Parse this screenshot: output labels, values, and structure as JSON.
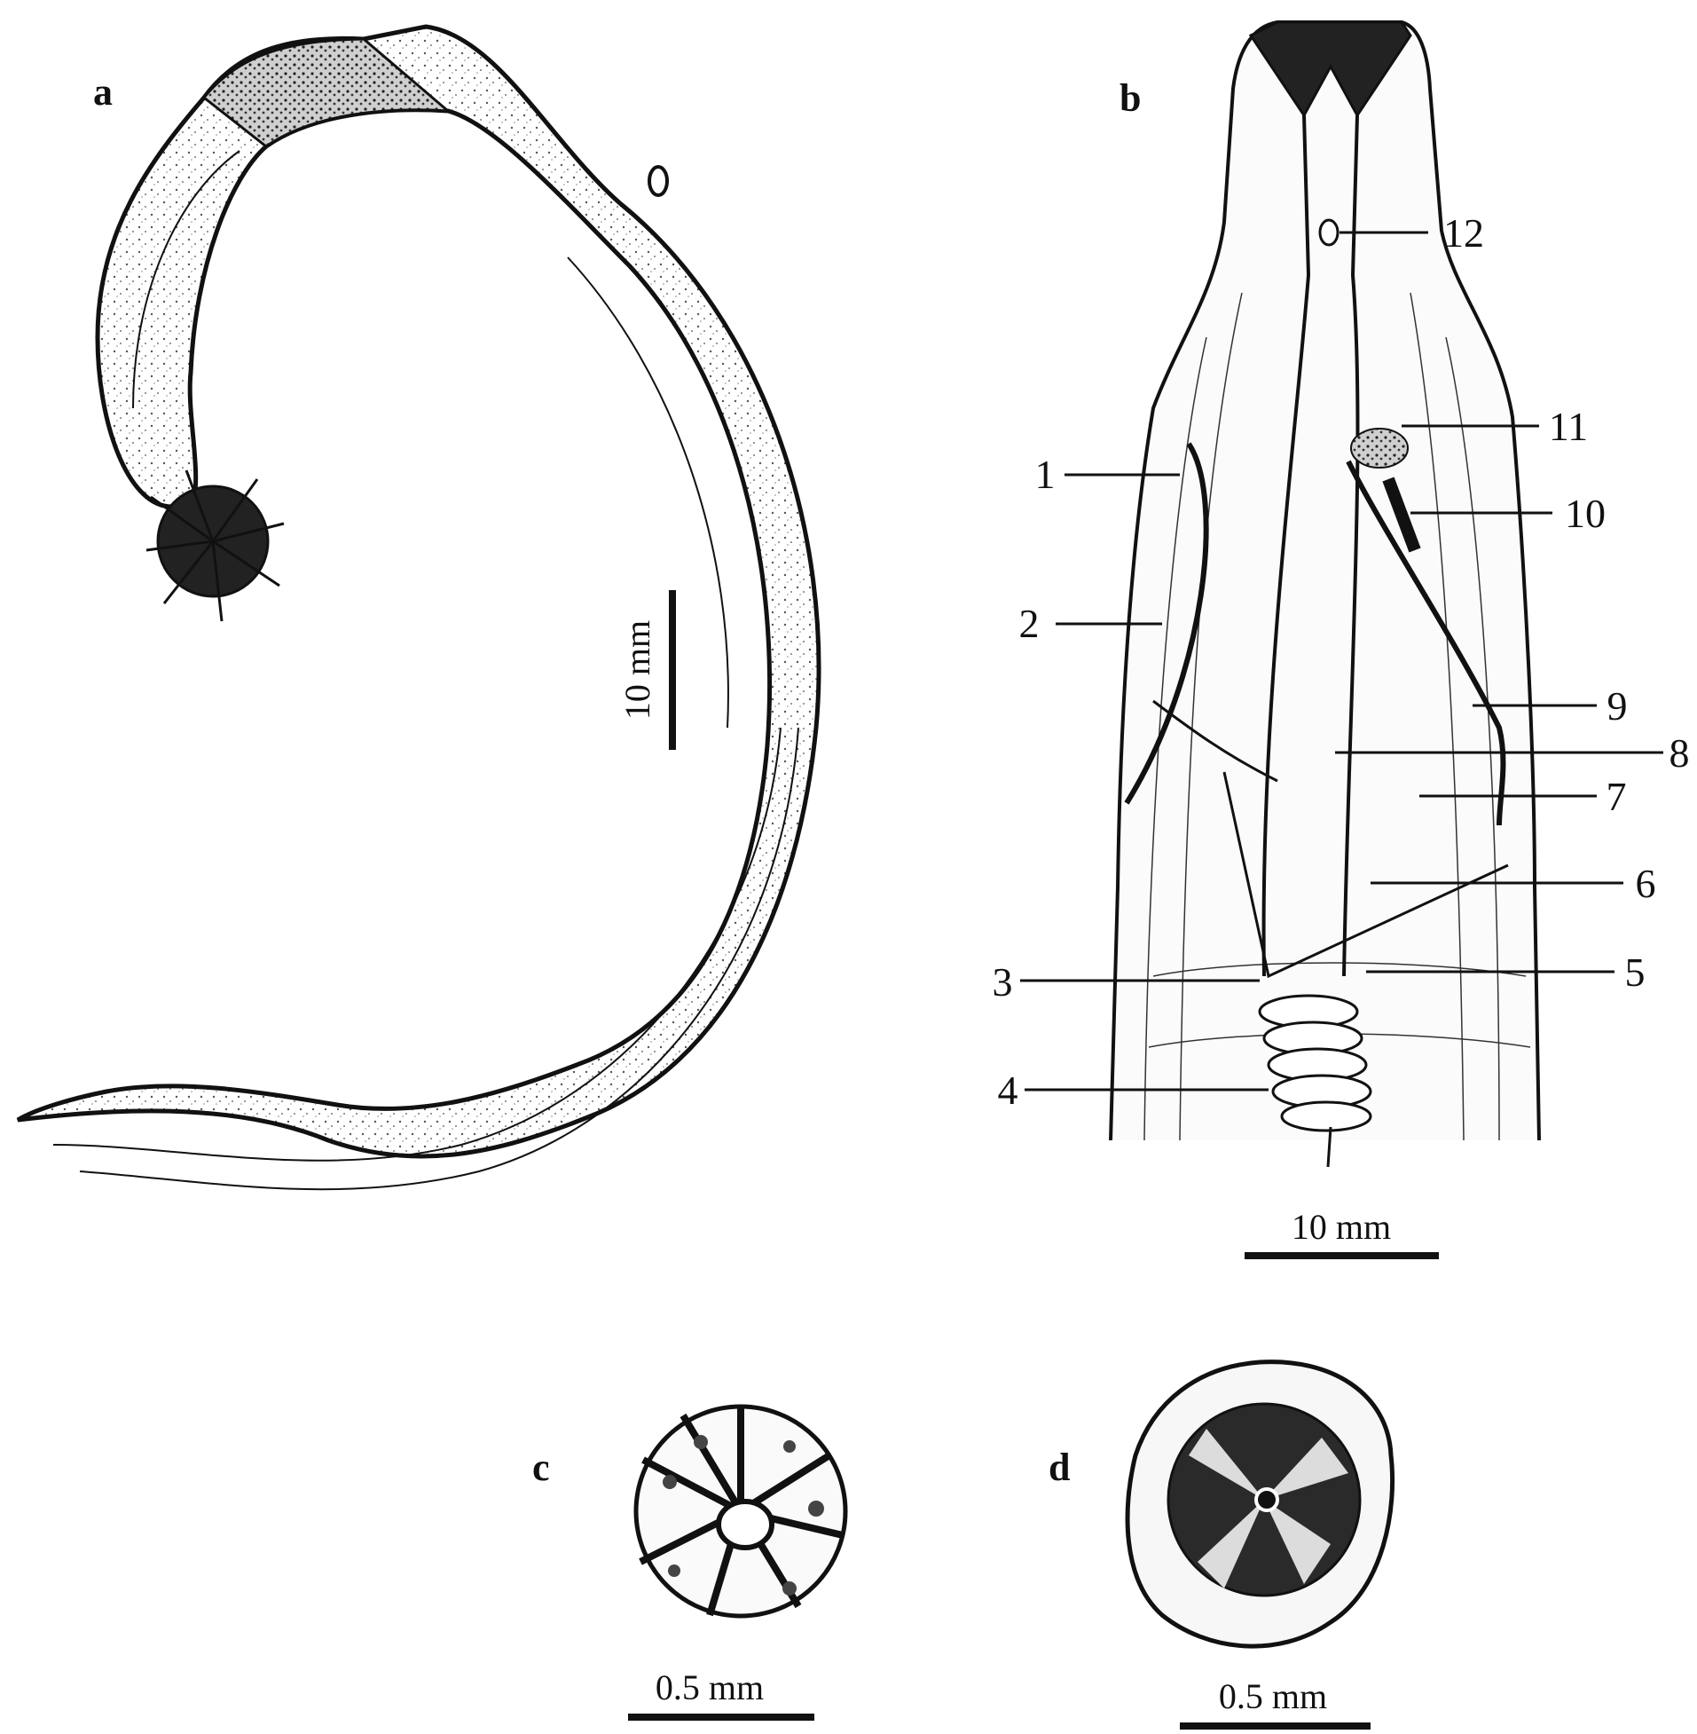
{
  "panels": {
    "a": {
      "letter": "a",
      "scale_label": "10 mm"
    },
    "b": {
      "letter": "b",
      "scale_label": "10 mm",
      "callouts": [
        "1",
        "2",
        "3",
        "4",
        "5",
        "6",
        "7",
        "8",
        "9",
        "10",
        "11",
        "12"
      ]
    },
    "c": {
      "letter": "c",
      "scale_label": "0.5 mm"
    },
    "d": {
      "letter": "d",
      "scale_label": "0.5 mm"
    }
  },
  "colors": {
    "ink": "#111111",
    "paper": "#ffffff",
    "shade": "#e6e6e6"
  }
}
